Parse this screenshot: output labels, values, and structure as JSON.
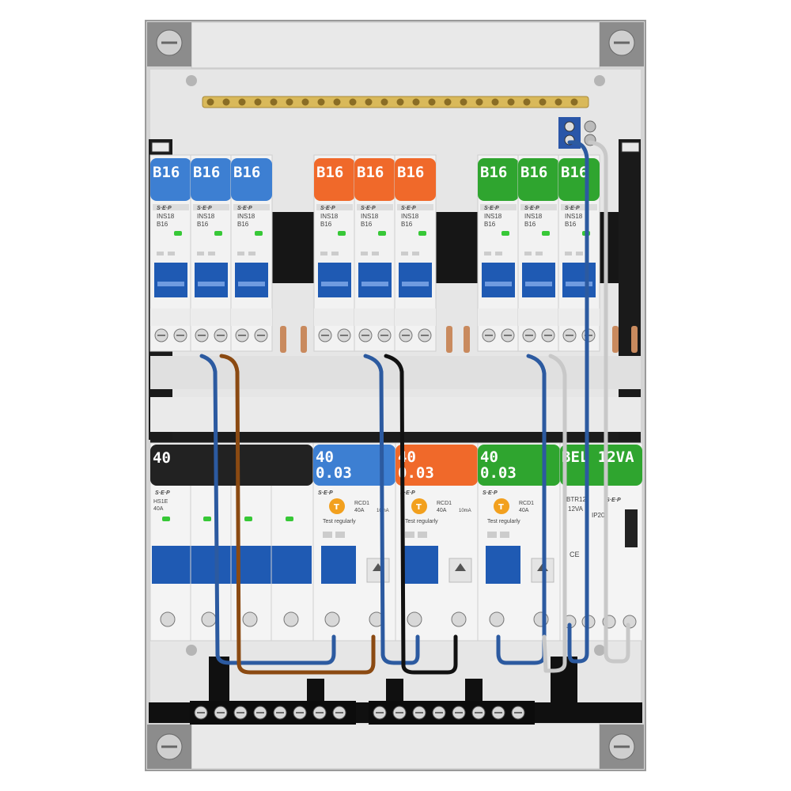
{
  "colors": {
    "blue": "#3d7fd2",
    "orange": "#f0692a",
    "green": "#2fa52f",
    "black": "#222222",
    "toggle": "#1f5ab3",
    "copper": "#c98a5e",
    "brass": "#cfae4f",
    "wire_blue": "#2c5aa0",
    "wire_brown": "#8b4a12",
    "wire_black": "#111111",
    "wire_grey": "#c8c8c8"
  },
  "top_breakers": [
    {
      "label": "B16",
      "color": "blue",
      "brand": "S·E·P",
      "model": "INS18",
      "rating": "B16"
    },
    {
      "label": "B16",
      "color": "blue",
      "brand": "S·E·P",
      "model": "INS18",
      "rating": "B16"
    },
    {
      "label": "B16",
      "color": "blue",
      "brand": "S·E·P",
      "model": "INS18",
      "rating": "B16"
    },
    {
      "label": "B16",
      "color": "orange",
      "brand": "S·E·P",
      "model": "INS18",
      "rating": "B16"
    },
    {
      "label": "B16",
      "color": "orange",
      "brand": "S·E·P",
      "model": "INS18",
      "rating": "B16"
    },
    {
      "label": "B16",
      "color": "orange",
      "brand": "S·E·P",
      "model": "INS18",
      "rating": "B16"
    },
    {
      "label": "B16",
      "color": "green",
      "brand": "S·E·P",
      "model": "INS18",
      "rating": "B16"
    },
    {
      "label": "B16",
      "color": "green",
      "brand": "S·E·P",
      "model": "INS18",
      "rating": "B16"
    },
    {
      "label": "B16",
      "color": "green",
      "brand": "S·E·P",
      "model": "INS18",
      "rating": "B16"
    }
  ],
  "main_switch": {
    "label": "40",
    "brand": "S·E·P",
    "model": "HS1E",
    "rating": "40A"
  },
  "rcds": [
    {
      "label_line1": "40",
      "label_line2": "0.03",
      "color": "blue",
      "brand": "S·E·P",
      "model": "RCD1",
      "rating": "40A",
      "sensitivity": "10mA",
      "test_button": "T",
      "test_text": "Test regularly"
    },
    {
      "label_line1": "40",
      "label_line2": "0.03",
      "color": "orange",
      "brand": "S·E·P",
      "model": "RCD1",
      "rating": "40A",
      "sensitivity": "10mA",
      "test_button": "T",
      "test_text": "Test regularly"
    },
    {
      "label_line1": "40",
      "label_line2": "0.03",
      "color": "green",
      "brand": "S·E·P",
      "model": "RCD1",
      "rating": "40A",
      "sensitivity": "",
      "test_button": "T",
      "test_text": "Test regularly"
    }
  ],
  "transformer": {
    "label": "BEL 12VA",
    "color": "green",
    "brand": "S·E·P",
    "model": "BTR12",
    "rating": "12VA",
    "ip": "IP20",
    "ce": "CE"
  }
}
